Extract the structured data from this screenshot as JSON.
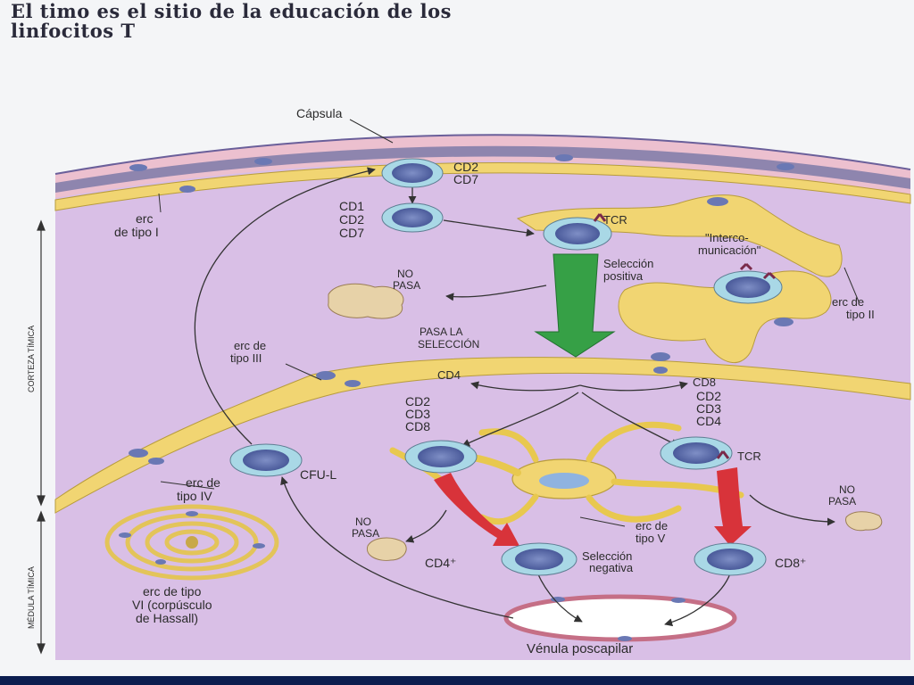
{
  "title": {
    "line1": "El timo es el sitio de la educación de los",
    "line2": "linfocitos T"
  },
  "labels": {
    "capsula": "Cápsula",
    "cd2": "CD2",
    "cd7": "CD7",
    "cd1": "CD1",
    "cd2b": "CD2",
    "cd7b": "CD7",
    "tcr_top": "TCR",
    "intercomunicacion_1": "\"Interco-",
    "intercomunicacion_2": "municación\"",
    "seleccion_positiva_1": "Selección",
    "seleccion_positiva_2": "positiva",
    "erc_tipo_i_1": "erc",
    "erc_tipo_i_2": "de tipo I",
    "no_pasa_1a": "NO",
    "no_pasa_1b": "PASA",
    "erc_tipo_ii_1": "erc de",
    "erc_tipo_ii_2": "tipo II",
    "pasa_seleccion_1": "PASA LA",
    "pasa_seleccion_2": "SELECCIÓN",
    "erc_tipo_iii_1": "erc de",
    "erc_tipo_iii_2": "tipo III",
    "cd4_branch": "CD4",
    "cd8_branch": "CD8",
    "left_cd2": "CD2",
    "left_cd3": "CD3",
    "left_cd8": "CD8",
    "right_cd2": "CD2",
    "right_cd3": "CD3",
    "right_cd4": "CD4",
    "tcr_bottom": "TCR",
    "cfu_l": "CFU-L",
    "erc_tipo_iv_1": "erc de",
    "erc_tipo_iv_2": "tipo IV",
    "no_pasa_2a": "NO",
    "no_pasa_2b": "PASA",
    "no_pasa_3a": "NO",
    "no_pasa_3b": "PASA",
    "erc_tipo_v_1": "erc de",
    "erc_tipo_v_2": "tipo V",
    "cd4_plus": "CD4⁺",
    "seleccion_negativa_1": "Selección",
    "seleccion_negativa_2": "negativa",
    "cd8_plus": "CD8⁺",
    "erc_tipo_vi_1": "erc de tipo",
    "erc_tipo_vi_2": "VI (corpúsculo",
    "erc_tipo_vi_3": "de Hassall)",
    "venula": "Vénula poscapilar",
    "corteza": "CORTEZA TÍMICA",
    "medula": "MÉDULA TÍMICA"
  },
  "colors": {
    "tissue": "#d9bfe6",
    "capsule_outer": "#ecc0cf",
    "capsule_inner": "#7e7aa8",
    "epithelial": "#f1d572",
    "cell_ring": "#a9d8e6",
    "cell_core": "#5266a8",
    "arrow_green": "#36a046",
    "arrow_red": "#d8333a",
    "bottom_bar": "#0c1d4f"
  }
}
